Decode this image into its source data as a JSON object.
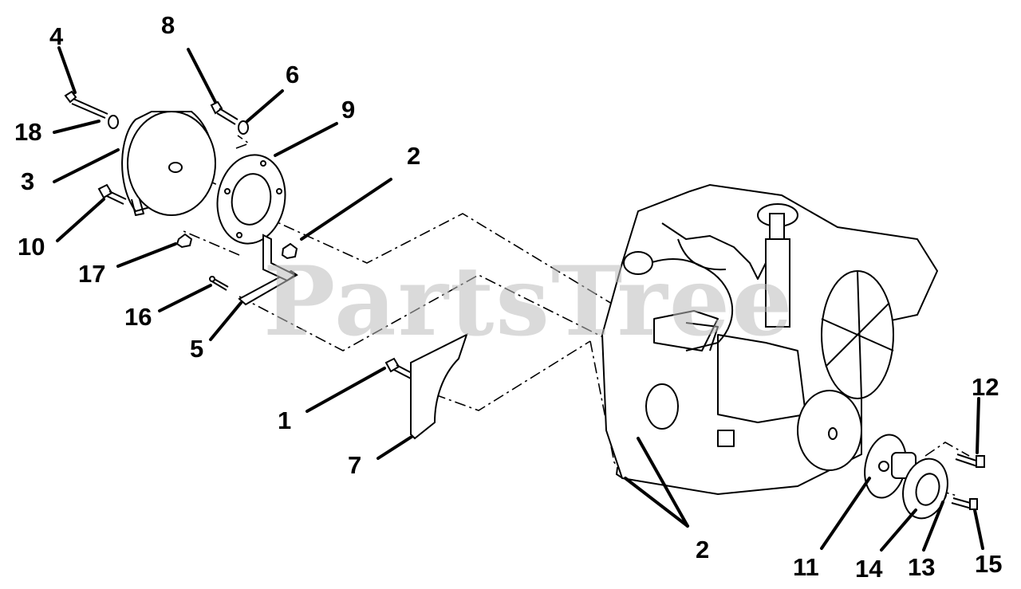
{
  "watermark": "PartsTree",
  "callouts": [
    {
      "id": "c4",
      "label": "4"
    },
    {
      "id": "c8",
      "label": "8"
    },
    {
      "id": "c6",
      "label": "6"
    },
    {
      "id": "c9",
      "label": "9"
    },
    {
      "id": "c18",
      "label": "18"
    },
    {
      "id": "c3",
      "label": "3"
    },
    {
      "id": "c2a",
      "label": "2"
    },
    {
      "id": "c10",
      "label": "10"
    },
    {
      "id": "c17",
      "label": "17"
    },
    {
      "id": "c16",
      "label": "16"
    },
    {
      "id": "c5",
      "label": "5"
    },
    {
      "id": "c1",
      "label": "1"
    },
    {
      "id": "c7",
      "label": "7"
    },
    {
      "id": "c2b",
      "label": "2"
    },
    {
      "id": "c12",
      "label": "12"
    },
    {
      "id": "c11",
      "label": "11"
    },
    {
      "id": "c14",
      "label": "14"
    },
    {
      "id": "c13",
      "label": "13"
    },
    {
      "id": "c15",
      "label": "15"
    }
  ]
}
